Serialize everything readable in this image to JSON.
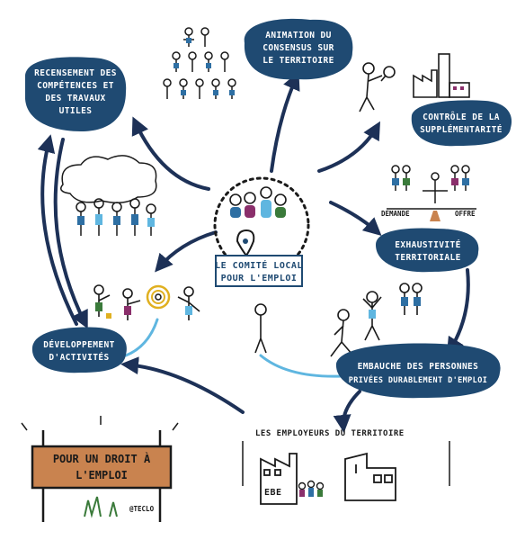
{
  "center": {
    "line1": "LE COMITÉ LOCAL",
    "line2": "POUR L'EMPLOI"
  },
  "nodes": {
    "animation": [
      "ANIMATION DU",
      "CONSENSUS SUR",
      "LE TERRITOIRE"
    ],
    "recensement": [
      "RECENSEMENT DES",
      "COMPÉTENCES ET",
      "DES TRAVAUX",
      "UTILES"
    ],
    "controle": [
      "CONTRÔLE DE LA",
      "SUPPLÉMENTARITÉ"
    ],
    "exhaustivite": [
      "EXHAUSTIVITÉ",
      "TERRITORIALE"
    ],
    "embauche": [
      "EMBAUCHE DES PERSONNES",
      "PRIVÉES DURABLEMENT D'EMPLOI"
    ],
    "developpement": [
      "DÉVELOPPEMENT",
      "D'ACTIVITÉS"
    ]
  },
  "balance": {
    "left": "DEMANDE",
    "right": "OFFRE"
  },
  "employers": {
    "heading": "LES EMPLOYEURS DU TERRITOIRE",
    "ebe": "EBE"
  },
  "sign": {
    "line1": "POUR UN DROIT À",
    "line2": "L'EMPLOI"
  },
  "credit": "@TECLO",
  "colors": {
    "navy": "#1f4a72",
    "arrow": "#1d3157",
    "light_blue": "#5fb6e0",
    "sign": "#c9834f",
    "ink": "#1a1a1a"
  }
}
